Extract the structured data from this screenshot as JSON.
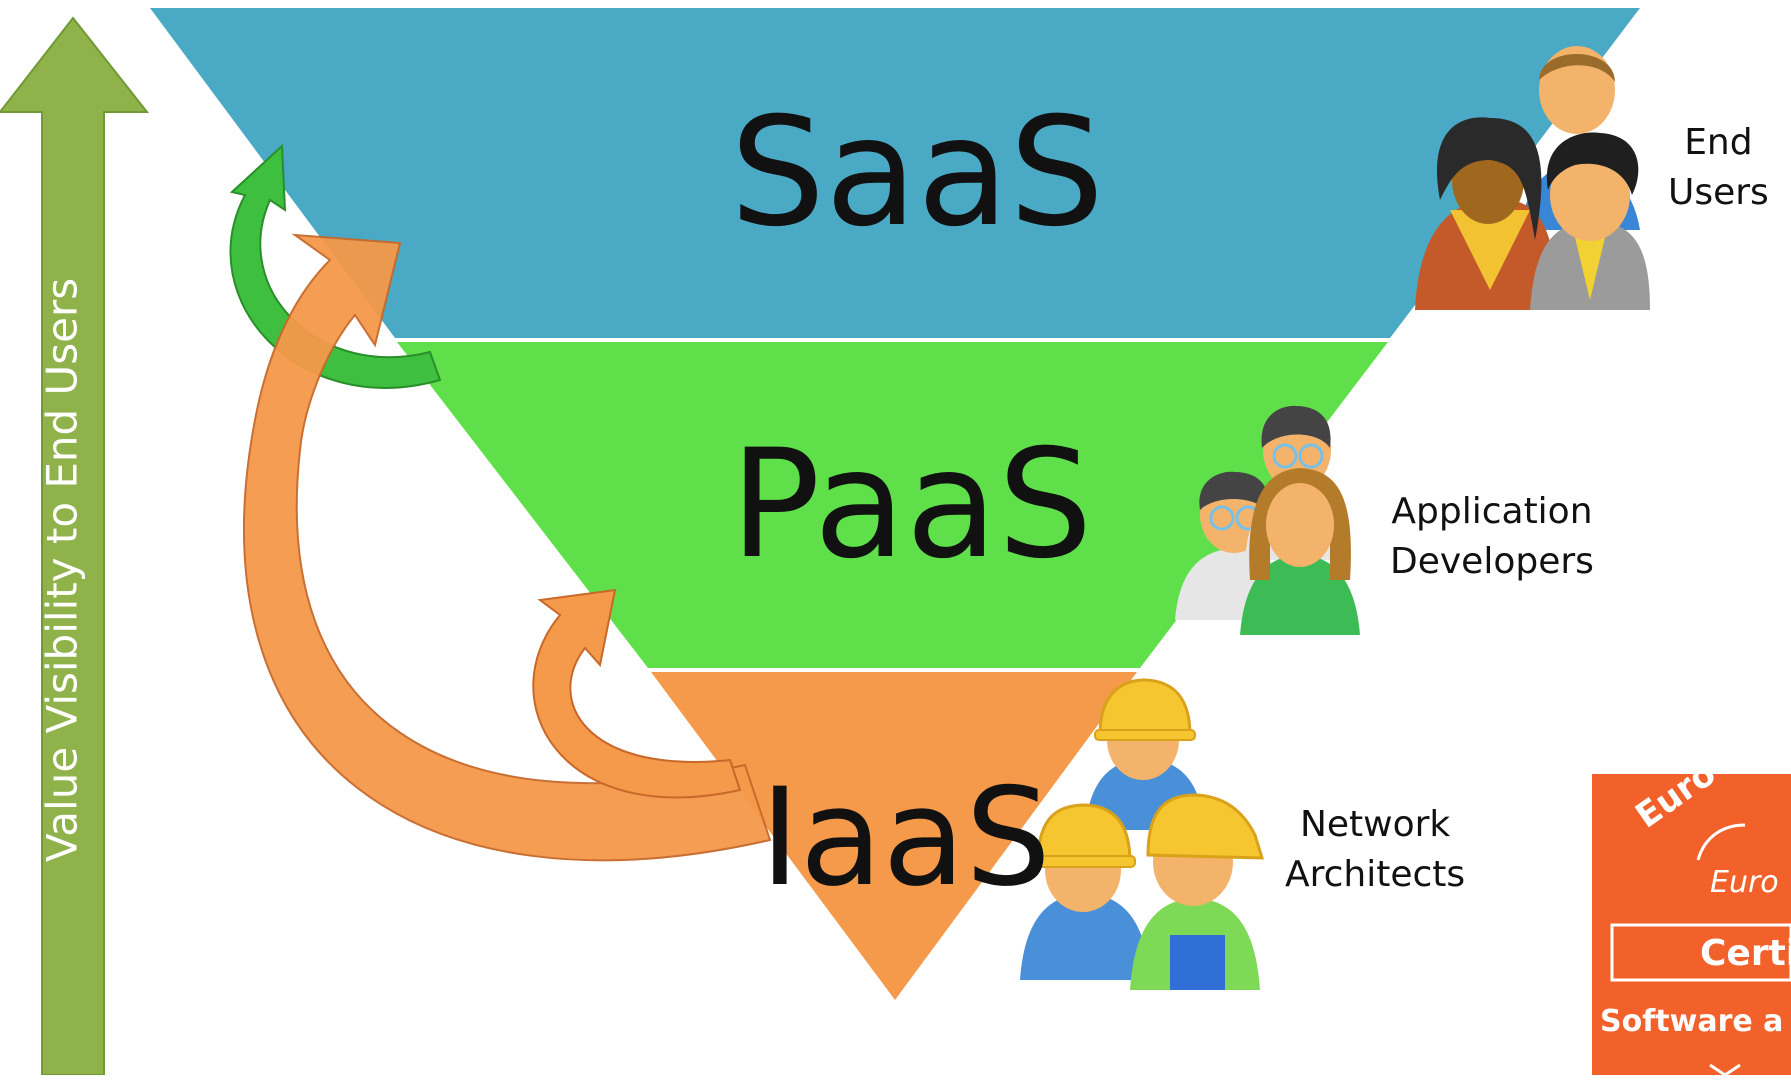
{
  "layers": {
    "saas": "SaaS",
    "paas": "PaaS",
    "iaas": "IaaS"
  },
  "roles": {
    "end_users_line1": "End",
    "end_users_line2": "Users",
    "app_dev_line1": "Application",
    "app_dev_line2": "Developers",
    "net_arch_line1": "Network",
    "net_arch_line2": "Architects"
  },
  "axis": {
    "label": "Value Visibility to End Users"
  },
  "badge": {
    "brand": "EuroCloud",
    "sub": "Euro",
    "certified": "Certif",
    "software": "Software a"
  },
  "colors": {
    "saas": "#4aa9c4",
    "paas": "#5fe04a",
    "iaas": "#f5994a",
    "axis_arrow": "#8fb24b",
    "badge": "#f2612a"
  }
}
